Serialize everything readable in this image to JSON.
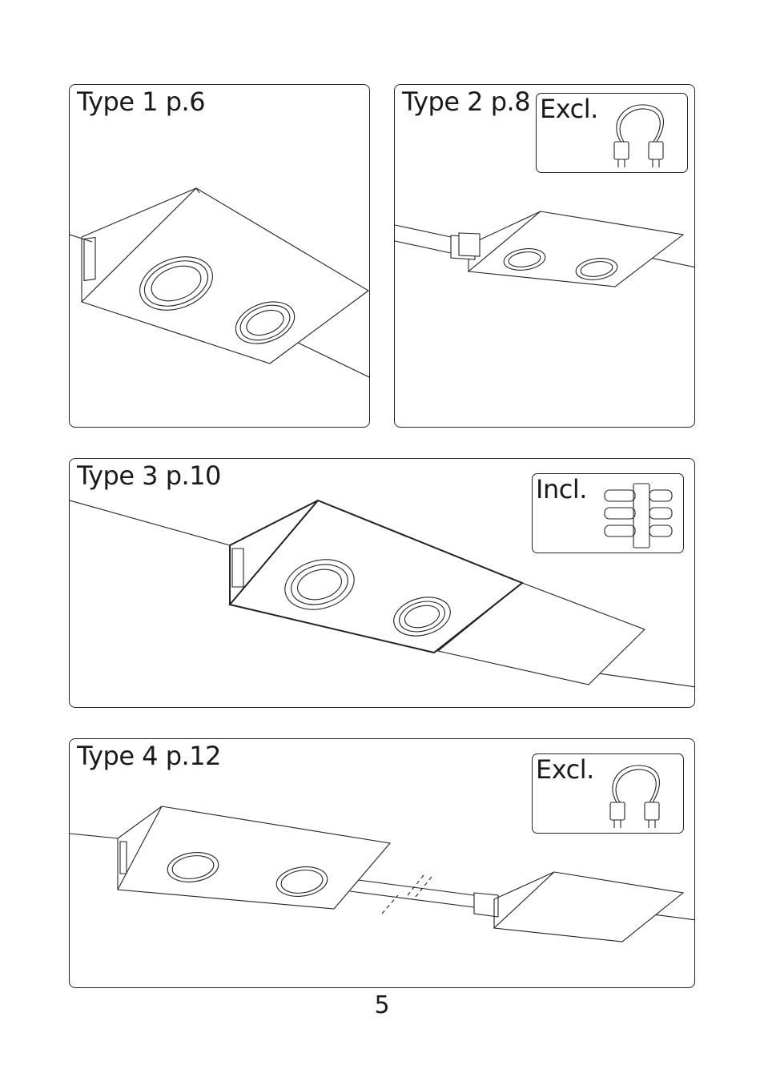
{
  "panels": [
    {
      "title": "Type 1 p.6"
    },
    {
      "title": "Type 2 p.8",
      "badge": "Excl."
    },
    {
      "title": "Type 3 p.10",
      "badge": "Incl."
    },
    {
      "title": "Type 4 p.12",
      "badge": "Excl."
    }
  ],
  "page_number": "5"
}
